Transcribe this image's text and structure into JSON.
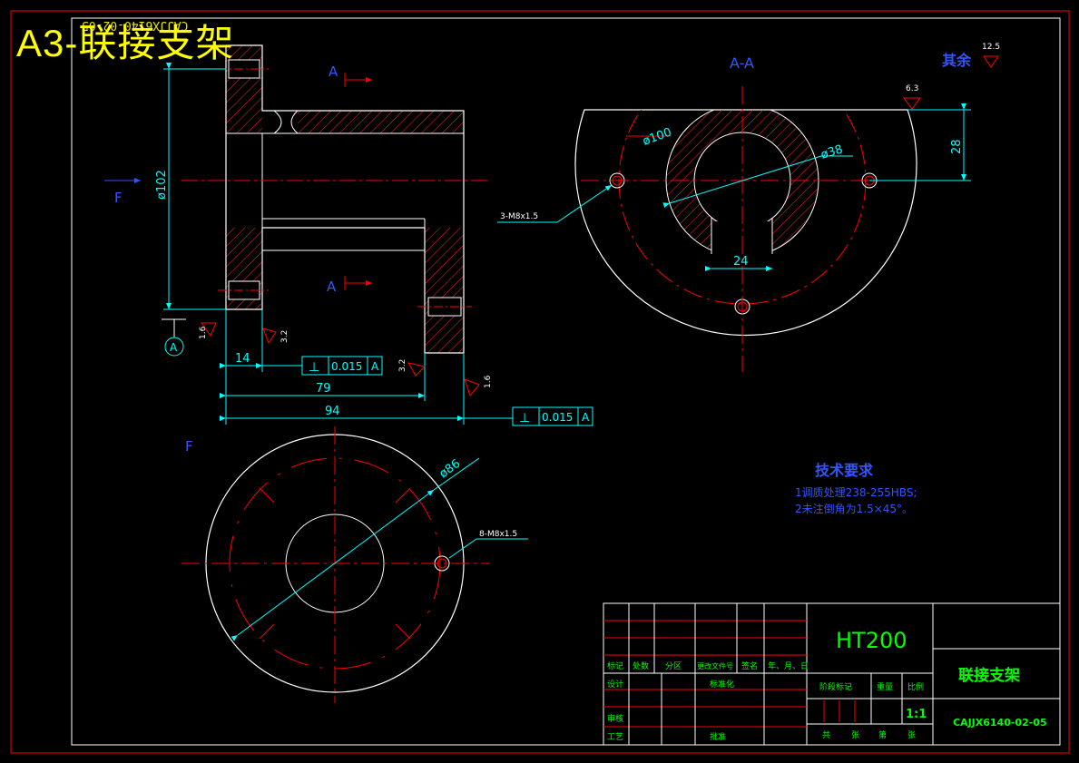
{
  "drawing": {
    "sheet_title": "A3-联接支架",
    "ghost_code": "CAJJX6140-02-05",
    "colors": {
      "background": "#000000",
      "border": "#ff0000",
      "outline": "#ffffff",
      "centerline": "#ff0000",
      "dimension": "#00ffff",
      "hatch": "#ff0000",
      "label_blue": "#3333ff",
      "title_green": "#00ff00"
    }
  },
  "front_view": {
    "section_marks": [
      "A",
      "A"
    ],
    "view_arrow_label": "F",
    "dims": {
      "height": "ø102",
      "d14": "14",
      "d79": "79",
      "d94": "94"
    },
    "roughness": [
      "1.6",
      "3.2",
      "3.2",
      "1.6"
    ],
    "datum": "A",
    "tolerance_frames": [
      {
        "symbol": "⊥",
        "value": "0.015",
        "datum": "A"
      },
      {
        "symbol": "⊥",
        "value": "0.015",
        "datum": "A"
      }
    ]
  },
  "section_view": {
    "title": "A-A",
    "dims": {
      "d100": "ø100",
      "d38": "ø38",
      "d24": "24",
      "d28": "28"
    },
    "hole_callout": "3-M8x1.5",
    "roughness_top": "6.3",
    "other_roughness_label": "其余",
    "other_roughness_value": "12.5"
  },
  "f_view": {
    "label": "F",
    "dims": {
      "d86": "ø86"
    },
    "hole_callout": "8-M8x1.5"
  },
  "tech_requirements": {
    "title": "技术要求",
    "lines": [
      "1调质处理238-255HBS;",
      "2未注倒角为1.5×45°。"
    ]
  },
  "title_block": {
    "material": "HT200",
    "part_name": "联接支架",
    "part_code": "CAJJX6140-02-05",
    "scale": "1:1",
    "row_headers": [
      "标记",
      "处数",
      "分区",
      "更改文件号",
      "签名",
      "年、月、日"
    ],
    "design": "设计",
    "standardization": "标准化",
    "review": "审核",
    "process": "工艺",
    "approve": "批准",
    "stage_label": "阶段标记",
    "weight_label": "重量",
    "scale_label": "比例",
    "sheet_total": "共",
    "sheet_unit": "张",
    "sheet_no": "第",
    "sheet_unit2": "张"
  }
}
